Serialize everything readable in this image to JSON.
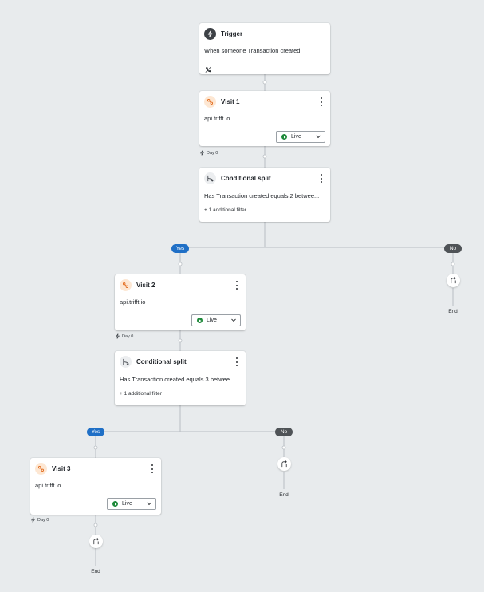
{
  "trigger": {
    "title": "Trigger",
    "body": "When someone Transaction created",
    "icon": "bolt-icon",
    "sub_icon": "no-phone-icon"
  },
  "visit1": {
    "title": "Visit 1",
    "body": "api.trifft.io",
    "status": "Live",
    "icon": "webhook-icon",
    "delay": "Day 0"
  },
  "split1": {
    "title": "Conditional split",
    "body": "Has Transaction created equals 2 betwee...",
    "filter": "+ 1 additional filter",
    "icon": "split-icon",
    "yes": "Yes",
    "no": "No"
  },
  "branch1_no": {
    "end": "End"
  },
  "visit2": {
    "title": "Visit 2",
    "body": "api.trifft.io",
    "status": "Live",
    "icon": "webhook-icon",
    "delay": "Day 0"
  },
  "split2": {
    "title": "Conditional split",
    "body": "Has Transaction created equals 3 betwee...",
    "filter": "+ 1 additional filter",
    "icon": "split-icon",
    "yes": "Yes",
    "no": "No"
  },
  "branch2_no": {
    "end": "End"
  },
  "visit3": {
    "title": "Visit 3",
    "body": "api.trifft.io",
    "status": "Live",
    "icon": "webhook-icon",
    "delay": "Day 0"
  },
  "branch3": {
    "end": "End"
  },
  "colors": {
    "canvas": "#e8ebed",
    "yes": "#1f6fc6",
    "no": "#4f5357",
    "live": "#1f8a3b",
    "line": "#b9bec3"
  }
}
